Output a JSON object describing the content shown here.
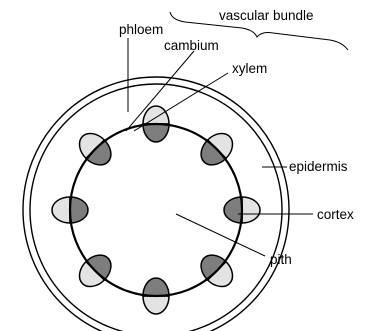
{
  "labels": {
    "vascular_bundle": "vascular bundle",
    "phloem": "phloem",
    "cambium": "cambium",
    "xylem": "xylem",
    "epidermis": "epidermis",
    "cortex": "cortex",
    "pith": "pith"
  },
  "colors": {
    "phloem": "#e3e3e3",
    "xylem": "#7d7d7d",
    "outline": "#000000",
    "background": "#ffffff"
  },
  "vascular_bundle_count": 8
}
